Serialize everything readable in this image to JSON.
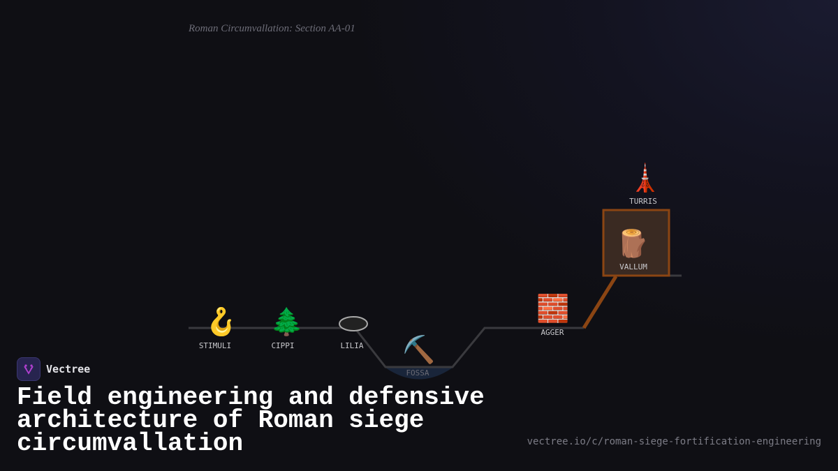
{
  "caption": "Roman Circumvallation: Section AA-01",
  "elements": [
    {
      "label": "STIMULI",
      "icon": "hook-icon",
      "glyph": "🪝"
    },
    {
      "label": "CIPPI",
      "icon": "tree-icon",
      "glyph": "🌲"
    },
    {
      "label": "LILIA",
      "icon": "hole-icon",
      "glyph": "🕳️"
    },
    {
      "label": "FOSSA",
      "icon": "pickaxe-icon",
      "glyph": "⛏️"
    },
    {
      "label": "AGGER",
      "icon": "brick-icon",
      "glyph": "🧱"
    },
    {
      "label": "VALLUM",
      "icon": "log-icon",
      "glyph": "🪵"
    },
    {
      "label": "TURRIS",
      "icon": "tower-icon",
      "glyph": "🗼"
    }
  ],
  "colors": {
    "ground": "#3a3a3e",
    "rampart": "#8b4513",
    "vallum_fill": "#3a2a22",
    "water": "#1c2a44",
    "logo_bg": "#27244f",
    "logo_mark": "#b040d0"
  },
  "brand": {
    "name": "Vectree"
  },
  "title": "Field engineering and defensive architecture of Roman siege circumvallation",
  "url": "vectree.io/c/roman-siege-fortification-engineering"
}
